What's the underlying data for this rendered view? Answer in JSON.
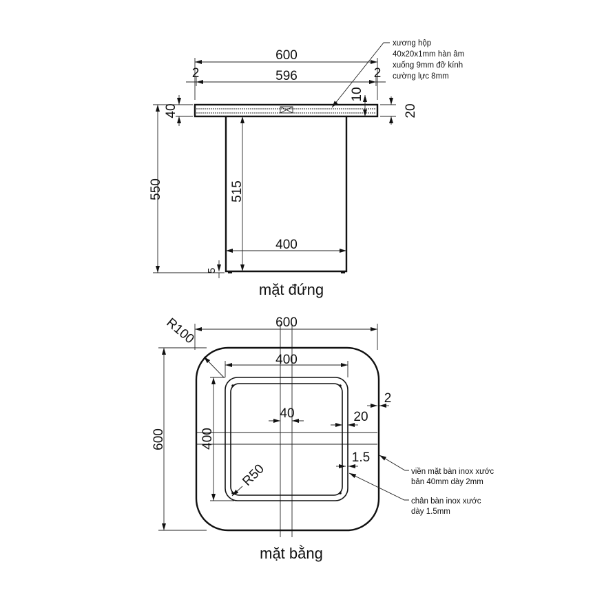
{
  "elevation": {
    "dims": {
      "top_total": "600",
      "top_inner": "596",
      "gap_left": "2",
      "gap_right": "2",
      "top_thickness": "40",
      "frame_offset": "10",
      "frame_height": "20",
      "height_total": "550",
      "leg_height": "515",
      "leg_width": "400",
      "foot": "5"
    },
    "note": [
      "xương hộp",
      "40x20x1mm hàn âm",
      "xuống 9mm đỡ kính",
      "cường lực 8mm"
    ],
    "title": "mặt đứng"
  },
  "plan": {
    "dims": {
      "width": "600",
      "depth": "600",
      "leg_width": "400",
      "leg_depth": "400",
      "corner_radius": "R100",
      "leg_radius": "R50",
      "frame": "40",
      "rim": "20",
      "top_border": "2",
      "leg_thickness": "1.5"
    },
    "note_top": [
      "viền mặt bàn inox xước",
      "bản 40mm dày 2mm"
    ],
    "note_leg": [
      "chân bàn inox xước",
      "dày 1.5mm"
    ],
    "title": "mặt bằng"
  }
}
